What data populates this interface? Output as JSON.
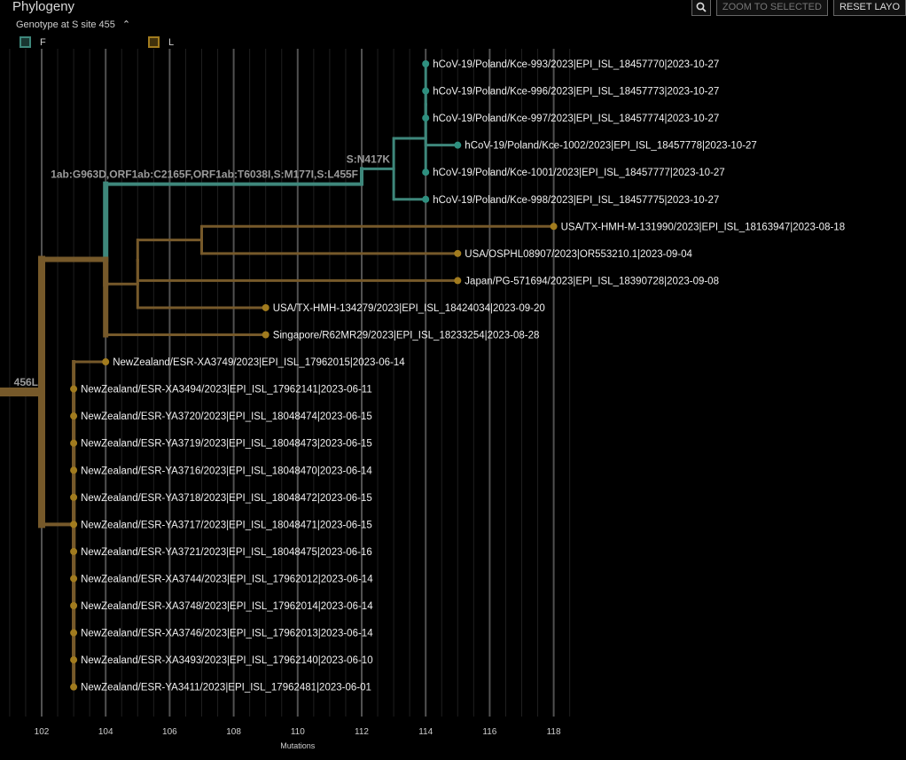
{
  "header": {
    "title": "Phylogeny",
    "legend_title": "Genotype at S site 455",
    "legend_toggle_glyph": "⌃",
    "legend_items": [
      {
        "label": "F",
        "color": "#3e877b"
      },
      {
        "label": "L",
        "color": "#a17b1e"
      }
    ],
    "toolbar": {
      "zoom_icon": "magnifier-icon",
      "zoom_selected_label": "ZOOM TO SELECTED",
      "reset_layout_label": "RESET LAYO"
    }
  },
  "chart_data": {
    "type": "tree",
    "xlabel": "Mutations",
    "x_ticks": [
      102,
      104,
      106,
      108,
      110,
      112,
      114,
      116,
      118
    ],
    "x_range": [
      100.2,
      118.9
    ],
    "colors": {
      "F": "#3e877b",
      "L": "#76592a",
      "L_node": "#a17b1e",
      "grid": "#3a3a3a",
      "grid_major": "#5a5a5a"
    },
    "branch_labels": [
      {
        "text": "S:N417K",
        "node": "n_sn417k"
      },
      {
        "text": "1ab:G963D,ORF1ab:C2165F,ORF1ab:T6038I,S:M177I,S:L455F",
        "node": "n_f"
      },
      {
        "text": "456L",
        "node": "n_root"
      }
    ],
    "tips": [
      {
        "id": "t1",
        "label": "hCoV-19/Poland/Kce-993/2023|EPI_ISL_18457770|2023-10-27",
        "x": 114,
        "row": 0,
        "genotype": "F",
        "parent": "n_p1"
      },
      {
        "id": "t2",
        "label": "hCoV-19/Poland/Kce-996/2023|EPI_ISL_18457773|2023-10-27",
        "x": 114,
        "row": 1,
        "genotype": "F",
        "parent": "n_p1"
      },
      {
        "id": "t3",
        "label": "hCoV-19/Poland/Kce-997/2023|EPI_ISL_18457774|2023-10-27",
        "x": 114,
        "row": 2,
        "genotype": "F",
        "parent": "n_p1"
      },
      {
        "id": "t4",
        "label": "hCoV-19/Poland/Kce-1002/2023|EPI_ISL_18457778|2023-10-27",
        "x": 115,
        "row": 3,
        "genotype": "F",
        "parent": "n_p1"
      },
      {
        "id": "t5",
        "label": "hCoV-19/Poland/Kce-1001/2023|EPI_ISL_18457777|2023-10-27",
        "x": 114,
        "row": 4,
        "genotype": "F",
        "parent": "n_p2"
      },
      {
        "id": "t6",
        "label": "hCoV-19/Poland/Kce-998/2023|EPI_ISL_18457775|2023-10-27",
        "x": 114,
        "row": 5,
        "genotype": "F",
        "parent": "n_sn417k"
      },
      {
        "id": "t7",
        "label": "USA/TX-HMH-M-131990/2023|EPI_ISL_18163947|2023-08-18",
        "x": 118,
        "row": 6,
        "genotype": "L",
        "parent": "n_u2"
      },
      {
        "id": "t8",
        "label": "USA/OSPHL08907/2023|OR553210.1|2023-09-04",
        "x": 115,
        "row": 7,
        "genotype": "L",
        "parent": "n_u2"
      },
      {
        "id": "t9",
        "label": "Japan/PG-571694/2023|EPI_ISL_18390728|2023-09-08",
        "x": 115,
        "row": 8,
        "genotype": "L",
        "parent": "n_u1"
      },
      {
        "id": "t10",
        "label": "USA/TX-HMH-134279/2023|EPI_ISL_18424034|2023-09-20",
        "x": 109,
        "row": 9,
        "genotype": "L",
        "parent": "n_u0"
      },
      {
        "id": "t11",
        "label": "Singapore/R62MR29/2023|EPI_ISL_18233254|2023-08-28",
        "x": 109,
        "row": 10,
        "genotype": "L",
        "parent": "n_a"
      },
      {
        "id": "t12",
        "label": "NewZealand/ESR-XA3749/2023|EPI_ISL_17962015|2023-06-14",
        "x": 104,
        "row": 11,
        "genotype": "L",
        "parent": "n_nz"
      },
      {
        "id": "t13",
        "label": "NewZealand/ESR-XA3494/2023|EPI_ISL_17962141|2023-06-11",
        "x": 103,
        "row": 12,
        "genotype": "L",
        "parent": "n_nz"
      },
      {
        "id": "t14",
        "label": "NewZealand/ESR-YA3720/2023|EPI_ISL_18048474|2023-06-15",
        "x": 103,
        "row": 13,
        "genotype": "L",
        "parent": "n_nz"
      },
      {
        "id": "t15",
        "label": "NewZealand/ESR-YA3719/2023|EPI_ISL_18048473|2023-06-15",
        "x": 103,
        "row": 14,
        "genotype": "L",
        "parent": "n_nz"
      },
      {
        "id": "t16",
        "label": "NewZealand/ESR-YA3716/2023|EPI_ISL_18048470|2023-06-14",
        "x": 103,
        "row": 15,
        "genotype": "L",
        "parent": "n_nz"
      },
      {
        "id": "t17",
        "label": "NewZealand/ESR-YA3718/2023|EPI_ISL_18048472|2023-06-15",
        "x": 103,
        "row": 16,
        "genotype": "L",
        "parent": "n_nz"
      },
      {
        "id": "t18",
        "label": "NewZealand/ESR-YA3717/2023|EPI_ISL_18048471|2023-06-15",
        "x": 103,
        "row": 17,
        "genotype": "L",
        "parent": "n_nz"
      },
      {
        "id": "t19",
        "label": "NewZealand/ESR-YA3721/2023|EPI_ISL_18048475|2023-06-16",
        "x": 103,
        "row": 18,
        "genotype": "L",
        "parent": "n_nz"
      },
      {
        "id": "t20",
        "label": "NewZealand/ESR-XA3744/2023|EPI_ISL_17962012|2023-06-14",
        "x": 103,
        "row": 19,
        "genotype": "L",
        "parent": "n_nz"
      },
      {
        "id": "t21",
        "label": "NewZealand/ESR-XA3748/2023|EPI_ISL_17962014|2023-06-14",
        "x": 103,
        "row": 20,
        "genotype": "L",
        "parent": "n_nz"
      },
      {
        "id": "t22",
        "label": "NewZealand/ESR-XA3746/2023|EPI_ISL_17962013|2023-06-14",
        "x": 103,
        "row": 21,
        "genotype": "L",
        "parent": "n_nz"
      },
      {
        "id": "t23",
        "label": "NewZealand/ESR-XA3493/2023|EPI_ISL_17962140|2023-06-10",
        "x": 103,
        "row": 22,
        "genotype": "L",
        "parent": "n_nz"
      },
      {
        "id": "t24",
        "label": "NewZealand/ESR-YA3411/2023|EPI_ISL_17962481|2023-06-01",
        "x": 103,
        "row": 23,
        "genotype": "L",
        "parent": "n_nz"
      }
    ],
    "internal_nodes": [
      {
        "id": "n_root",
        "x": 102,
        "parent": null,
        "genotype": "L",
        "children": [
          "n_a",
          "n_nz"
        ],
        "stem_from": 100.2,
        "width": 8
      },
      {
        "id": "n_a",
        "x": 104,
        "parent": "n_root",
        "genotype": "L",
        "children": [
          "n_f",
          "n_u0",
          "t11"
        ],
        "width": 6
      },
      {
        "id": "n_f",
        "x": 112,
        "parent": "n_a",
        "genotype": "F",
        "children": [
          "n_sn417k",
          "t6"
        ],
        "width": 4
      },
      {
        "id": "n_sn417k",
        "x": 113,
        "parent": "n_f",
        "genotype": "F",
        "children": [
          "n_p2",
          "t6"
        ],
        "width": 3
      },
      {
        "id": "n_p2",
        "x": 114,
        "parent": "n_sn417k",
        "genotype": "F",
        "children": [
          "n_p1",
          "t5"
        ],
        "width": 3
      },
      {
        "id": "n_p1",
        "x": 114,
        "parent": "n_p2",
        "genotype": "F",
        "children": [
          "t1",
          "t2",
          "t3",
          "t4"
        ],
        "width": 3
      },
      {
        "id": "n_u0",
        "x": 105,
        "parent": "n_a",
        "genotype": "L",
        "children": [
          "n_u1",
          "t10"
        ],
        "width": 3
      },
      {
        "id": "n_u1",
        "x": 105,
        "parent": "n_u0",
        "genotype": "L",
        "children": [
          "n_u2",
          "t9"
        ],
        "width": 3
      },
      {
        "id": "n_u2",
        "x": 107,
        "parent": "n_u1",
        "genotype": "L",
        "children": [
          "t7",
          "t8"
        ],
        "width": 3
      },
      {
        "id": "n_nz",
        "x": 103,
        "parent": "n_root",
        "genotype": "L",
        "children": [
          "t12",
          "t13",
          "t14",
          "t15",
          "t16",
          "t17",
          "t18",
          "t19",
          "t20",
          "t21",
          "t22",
          "t23",
          "t24"
        ],
        "width": 4
      }
    ]
  }
}
